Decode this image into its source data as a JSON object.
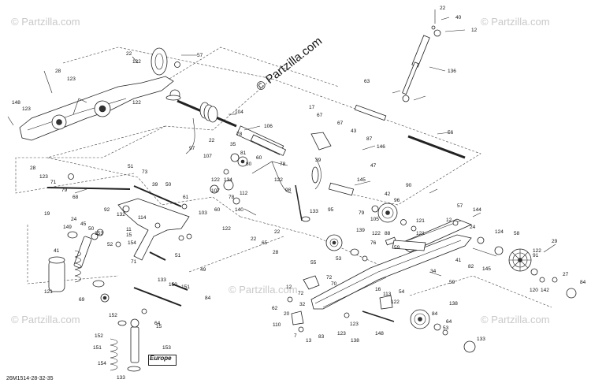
{
  "diagram": {
    "id": "26M1514-28-32-35",
    "region": "Europe",
    "watermark_main": "© Partzilla.com",
    "watermark_corners": "© Partzilla.com"
  },
  "callouts": [
    "22",
    "40",
    "12",
    "22",
    "122",
    "57",
    "136",
    "28",
    "123",
    "148",
    "123",
    "122",
    "63",
    "104",
    "17",
    "67",
    "106",
    "22",
    "78",
    "43",
    "67",
    "56",
    "87",
    "35",
    "81",
    "146",
    "80",
    "97",
    "60",
    "47",
    "107",
    "78",
    "39",
    "28",
    "51",
    "73",
    "123",
    "71",
    "79",
    "122",
    "134",
    "50",
    "122",
    "145",
    "90",
    "68",
    "39",
    "61",
    "112",
    "98",
    "42",
    "107",
    "78",
    "96",
    "144",
    "57",
    "12",
    "19",
    "132",
    "92",
    "114",
    "103",
    "60",
    "95",
    "140",
    "79",
    "105",
    "121",
    "24",
    "45",
    "50",
    "153",
    "11",
    "15",
    "139",
    "122",
    "133",
    "22",
    "88",
    "121",
    "27",
    "24",
    "58",
    "149",
    "52",
    "22",
    "65",
    "122",
    "145",
    "29",
    "91",
    "41",
    "154",
    "51",
    "71",
    "49",
    "28",
    "82",
    "124",
    "55",
    "76",
    "59",
    "34",
    "122",
    "53",
    "41",
    "12",
    "72",
    "59",
    "120",
    "84",
    "133",
    "70",
    "72",
    "121",
    "150",
    "142",
    "84",
    "69",
    "151",
    "32",
    "16",
    "122",
    "62",
    "20",
    "110",
    "113",
    "138",
    "64",
    "54",
    "123",
    "148",
    "138",
    "15",
    "84",
    "64",
    "152",
    "152",
    "7",
    "13",
    "83",
    "123",
    "53",
    "151",
    "153",
    "154",
    "133",
    "133"
  ]
}
